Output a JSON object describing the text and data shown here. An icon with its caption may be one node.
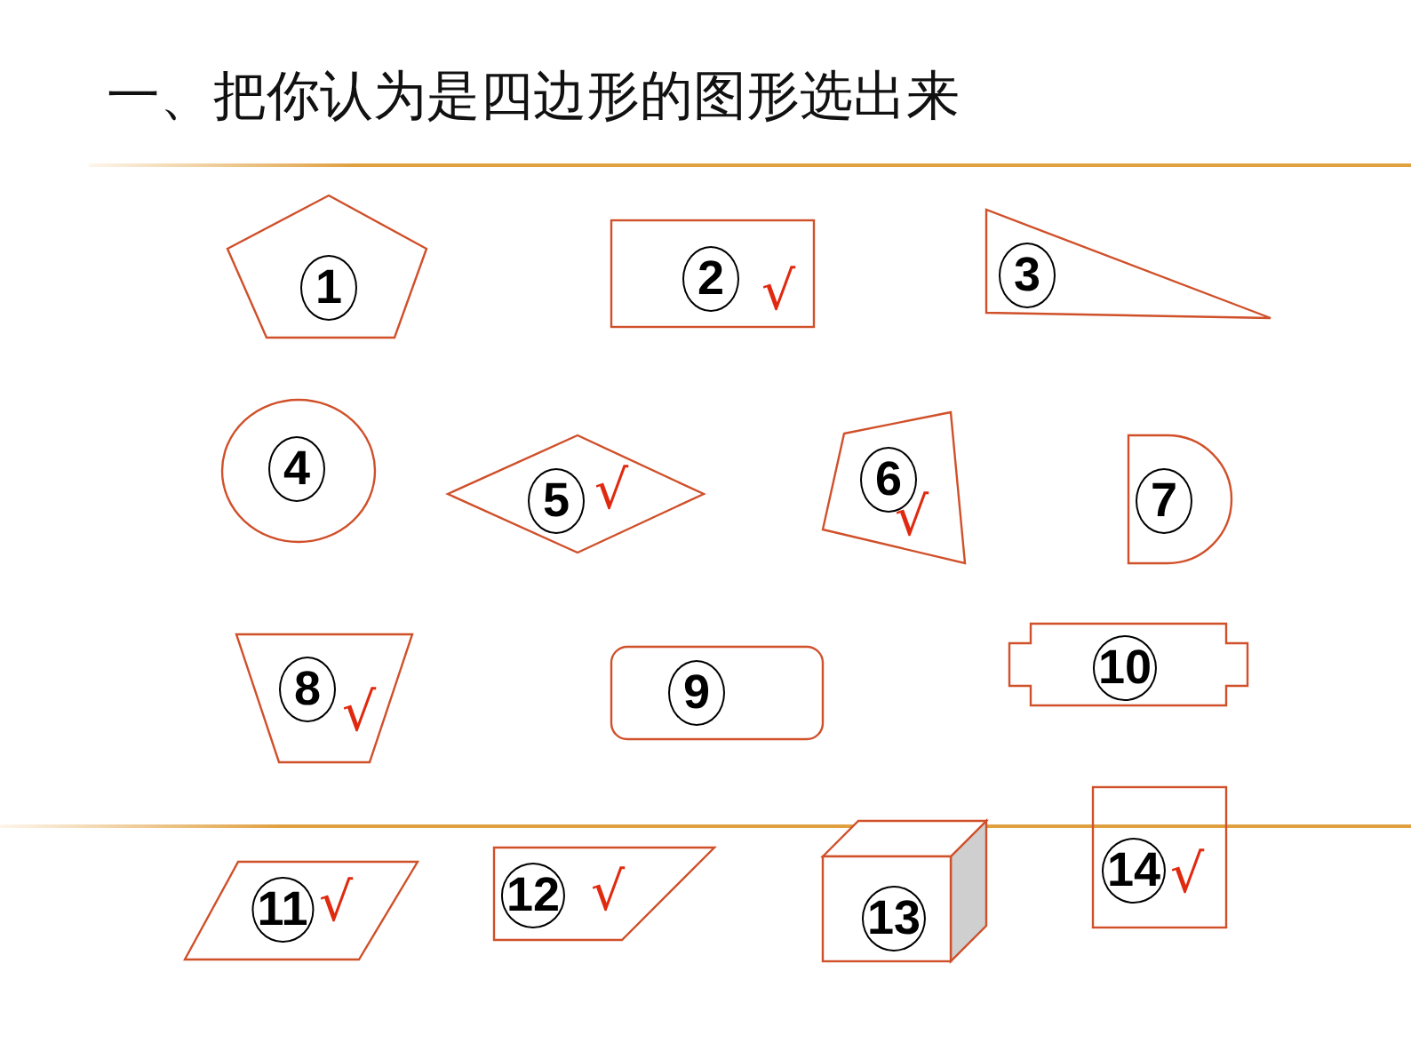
{
  "diagram": {
    "title": "一、把你认为是四边形的图形选出来",
    "nodes": [
      {
        "text": [
          "1"
        ]
      },
      {
        "text": [
          "2",
          "√"
        ]
      },
      {
        "text": [
          "3"
        ]
      },
      {
        "text": [
          "4"
        ]
      },
      {
        "text": [
          "5",
          "√"
        ]
      },
      {
        "text": [
          "6",
          "√"
        ]
      },
      {
        "text": [
          "7"
        ]
      },
      {
        "text": [
          "8",
          "√"
        ]
      },
      {
        "text": [
          "9"
        ]
      },
      {
        "text": [
          "10"
        ]
      },
      {
        "text": [
          "11",
          "√"
        ]
      },
      {
        "text": [
          "12",
          "√"
        ]
      },
      {
        "text": [
          "13"
        ]
      },
      {
        "text": [
          "14",
          "√"
        ]
      }
    ]
  }
}
